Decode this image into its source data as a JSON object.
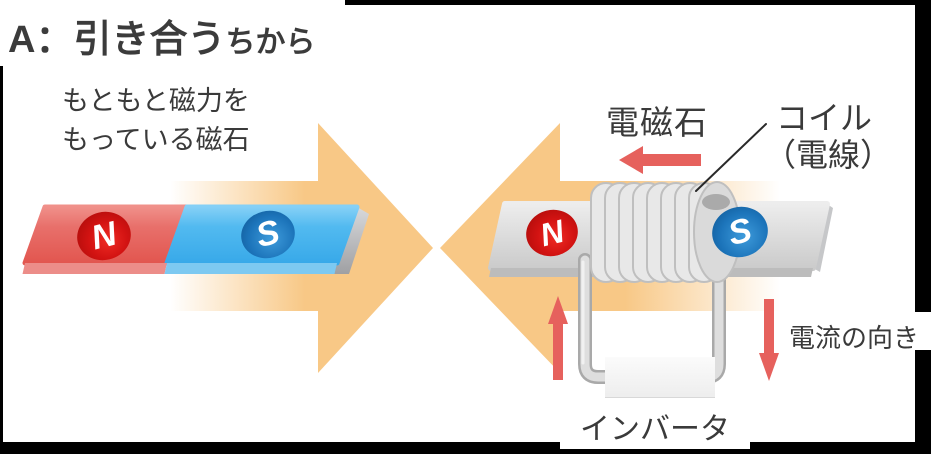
{
  "title": {
    "big": "A：引き合う",
    "small": "ちから"
  },
  "annotations": {
    "permanent_magnet_line1": "もともと磁力を",
    "permanent_magnet_line2": "もっている磁石",
    "electromagnet": "電磁石",
    "coil_line1": "コイル",
    "coil_line2": "（電線）",
    "inverter": "インバータ",
    "current_direction": "電流の向き"
  },
  "magnets": {
    "permanent": {
      "north_pole": "N",
      "south_pole": "S"
    },
    "electromagnet": {
      "north_pole": "N",
      "south_pole": "S"
    }
  },
  "colors": {
    "north_badge_red": "#d31312",
    "south_badge_blue": "#1c74ba",
    "magnet_red_face": "#e55f5b",
    "magnet_blue_face": "#47b4ee",
    "core_bar_gray": "#dcdcdc",
    "attraction_arrow_orange": "#f8c886",
    "current_arrow_red": "#e6615d",
    "text": "#333333",
    "frame_black": "#000000"
  }
}
